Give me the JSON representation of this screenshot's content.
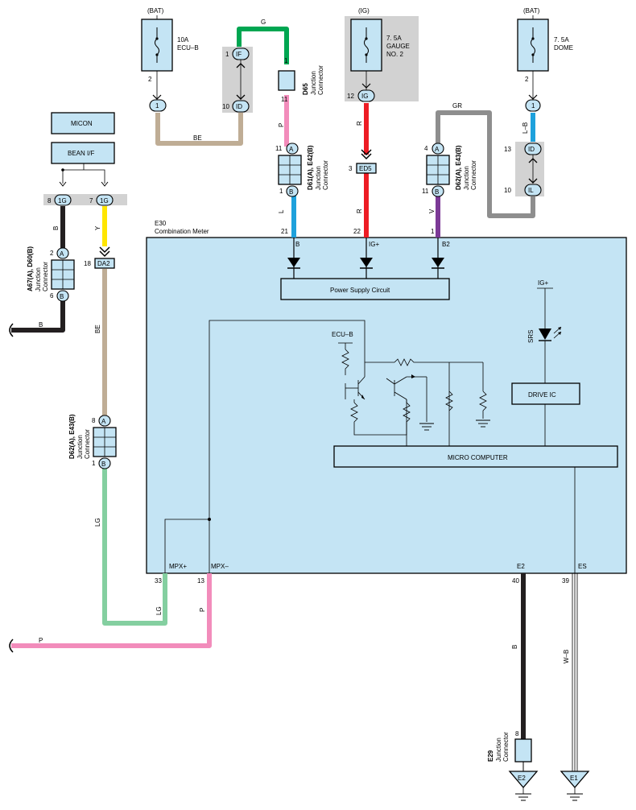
{
  "colors": {
    "meter_fill": "#c4e4f4",
    "shade": "#d2d2d2",
    "wire_G": "#00a651",
    "wire_BE": "#bfad95",
    "wire_P": "#f28cbb",
    "wire_L": "#1ea1dc",
    "wire_R": "#ed1c24",
    "wire_V": "#7c3a96",
    "wire_GR": "#8e8e8e",
    "wire_B": "#231f20",
    "wire_Y": "#ffe600",
    "wire_LG": "#84cfa0"
  },
  "fuses": [
    {
      "supply": "(BAT)",
      "rating": "10A",
      "name": "ECU–B",
      "pin": "2"
    },
    {
      "supply": "(IG)",
      "rating": "7. 5A",
      "name": "GAUGE",
      "name2": "NO. 2",
      "pin": "12"
    },
    {
      "supply": "(BAT)",
      "rating": "7. 5A",
      "name": "DOME",
      "pin": "2"
    }
  ],
  "connectors": {
    "d65": {
      "code": "D65",
      "sub1": "Junction",
      "sub2": "Connector",
      "pin_top": "1",
      "pin_bottom": "11"
    },
    "d61": {
      "code": "D61(A), E42(B)",
      "sub1": "Junction",
      "sub2": "Connector",
      "pin_a": "11",
      "pin_b": "1"
    },
    "d62_top": {
      "code": "D62(A), E43(B)",
      "sub1": "Junction",
      "sub2": "Connector",
      "pin_a": "4",
      "pin_b": "11"
    },
    "a67": {
      "code": "A67(A), D60(B)",
      "sub1": "Junction",
      "sub2": "Connector",
      "pin_a": "2",
      "pin_b": "6"
    },
    "d62_left": {
      "code": "D62(A), E43(B)",
      "sub1": "Junction",
      "sub2": "Connector",
      "pin_a": "8",
      "pin_b": "1"
    },
    "e29": {
      "code": "E29",
      "sub1": "Junction",
      "sub2": "Connector",
      "pin": "8"
    }
  },
  "junction_pins": {
    "if_pin": "1",
    "if_label": "IF",
    "id_pin": "10",
    "id_label": "ID",
    "bat1_label": "1",
    "ig_label": "IG",
    "ed5_pin": "3",
    "ed5_label": "ED5",
    "dome_a_label": "1",
    "dome_id_pin": "13",
    "dome_id_label": "ID",
    "dome_il_pin": "10",
    "dome_il_label": "IL",
    "a_label": "A",
    "b_label": "B",
    "ig1_pin": "8",
    "ig1_label": "1G",
    "ig2_pin": "7",
    "ig2_label": "1G",
    "da2_pin": "18",
    "da2_label": "DA2"
  },
  "wire_colors": {
    "g": "G",
    "be_top": "BE",
    "p_top": "P",
    "l": "L",
    "r1": "R",
    "r2": "R",
    "gr": "GR",
    "lb": "L–B",
    "v": "V",
    "b_left": "B",
    "y": "Y",
    "b_out": "B",
    "be_left": "BE",
    "lg1": "LG",
    "lg2": "LG",
    "p_mid": "P",
    "p_bottom": "P",
    "b_e2": "B",
    "wb": "W–B"
  },
  "modules": {
    "micon": "MICON",
    "bean": "BEAN I/F"
  },
  "meter": {
    "code": "E30",
    "name": "Combination Meter",
    "pins_top": [
      {
        "num": "21",
        "label": "B"
      },
      {
        "num": "22",
        "label": "IG+"
      },
      {
        "num": "1",
        "label": "B2"
      }
    ],
    "pins_bottom": [
      {
        "num": "33",
        "label": "MPX+"
      },
      {
        "num": "13",
        "label": "MPX–"
      },
      {
        "num": "40",
        "label": "E2"
      },
      {
        "num": "39",
        "label": "ES"
      }
    ],
    "power_supply": "Power Supply Circuit",
    "micro": "MICRO COMPUTER",
    "drive_ic": "DRIVE IC",
    "ecu_b": "ECU–B",
    "ig_plus": "IG+",
    "srs": "SRS"
  },
  "grounds": [
    "E2",
    "E1"
  ]
}
